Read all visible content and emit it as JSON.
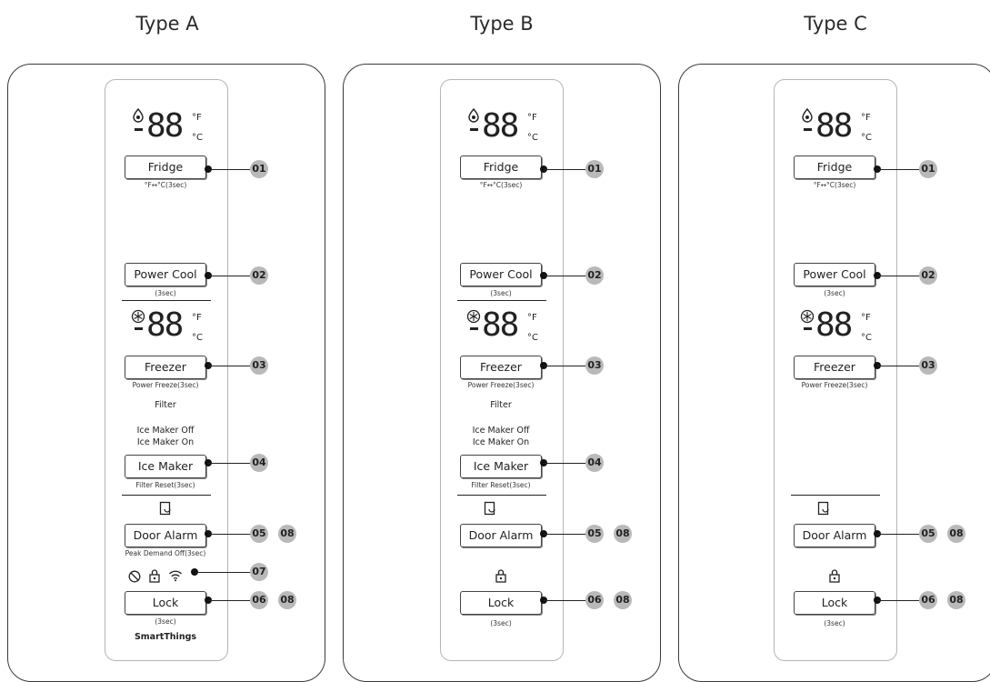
{
  "panels": [
    {
      "title": "Type A",
      "fridge_label": "Fridge",
      "fridge_note": "°F↔°C(3sec)",
      "power_cool_label": "Power Cool",
      "power_cool_note": "(3sec)",
      "freezer_label": "Freezer",
      "freezer_note": "Power Freeze(3sec)",
      "filter_label": "Filter",
      "ice_maker_off": "Ice Maker Off",
      "ice_maker_on": "Ice Maker On",
      "ice_maker_label": "Ice Maker",
      "ice_maker_note": "Filter Reset(3sec)",
      "door_alarm_label": "Door Alarm",
      "door_alarm_note": "Peak Demand Off(3sec)",
      "lock_label": "Lock",
      "lock_note": "(3sec)",
      "smartthings": "SmartThings"
    },
    {
      "title": "Type B",
      "fridge_label": "Fridge",
      "fridge_note": "°F↔°C(3sec)",
      "power_cool_label": "Power Cool",
      "power_cool_note": "(3sec)",
      "freezer_label": "Freezer",
      "freezer_note": "Power Freeze(3sec)",
      "filter_label": "Filter",
      "ice_maker_off": "Ice Maker Off",
      "ice_maker_on": "Ice Maker On",
      "ice_maker_label": "Ice Maker",
      "ice_maker_note": "Filter Reset(3sec)",
      "door_alarm_label": "Door Alarm",
      "lock_label": "Lock",
      "lock_note": "(3sec)"
    },
    {
      "title": "Type C",
      "fridge_label": "Fridge",
      "fridge_note": "°F↔°C(3sec)",
      "power_cool_label": "Power Cool",
      "power_cool_note": "(3sec)",
      "freezer_label": "Freezer",
      "freezer_note": "Power Freeze(3sec)",
      "door_alarm_label": "Door Alarm",
      "lock_label": "Lock",
      "lock_note": "(3sec)"
    }
  ],
  "display": {
    "digits": "88",
    "unit_f": "°F",
    "unit_c": "°C"
  },
  "callouts": {
    "fridge": "01",
    "power_cool": "02",
    "freezer": "03",
    "ice_maker": "04",
    "door_alarm": "05",
    "door_alarm_extra": "08",
    "wifi_row": "07",
    "lock": "06",
    "lock_extra": "08"
  },
  "icons": {
    "fridge_temp": "fridge-droplet-icon",
    "freezer_temp": "snowflake-icon",
    "door": "door-alarm-icon",
    "no_icon": "prohibited-icon",
    "lock": "padlock-icon",
    "wifi": "wifi-icon"
  }
}
